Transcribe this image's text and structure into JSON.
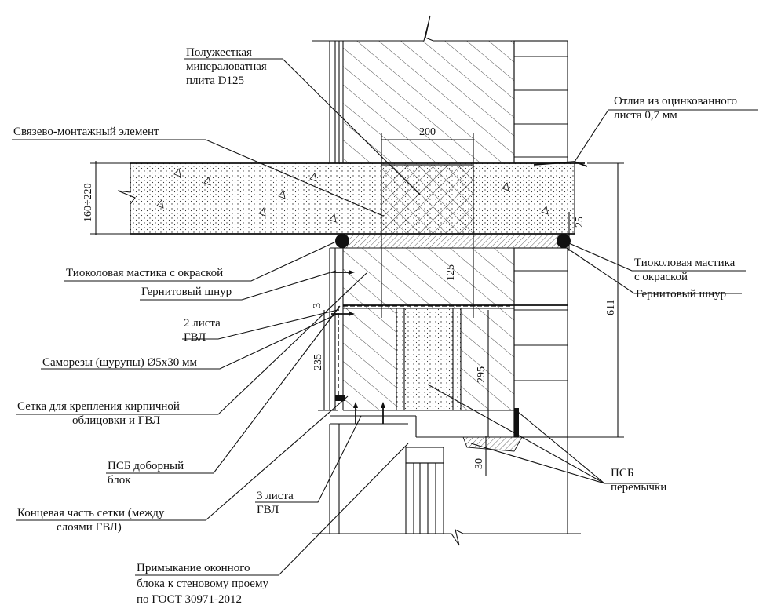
{
  "labels": {
    "insulation": [
      "Полужесткая",
      "минераловатная",
      "плита D125"
    ],
    "flashing": [
      "Отлив из оцинкованного",
      "листа 0,7 мм"
    ],
    "connector": "Связево-монтажный элемент",
    "mastic_left": "Тиоколовая мастика с окраской",
    "gernit_left": "Гернитовый шнур",
    "gvl2": [
      "2 листа",
      "ГВЛ"
    ],
    "screws": "Саморезы (шурупы) Ø5х30 мм",
    "mesh": [
      "Сетка для крепления кирпичной",
      "облицовки и ГВЛ"
    ],
    "psb_block": [
      "ПСБ доборный",
      "блок"
    ],
    "gvl3": [
      "3 листа",
      "ГВЛ"
    ],
    "mesh_end": [
      "Концевая часть сетки  (между",
      "слоями ГВЛ)"
    ],
    "window": [
      "Примыкание оконного",
      "блока к стеновому проему",
      "по ГОСТ 30971-2012"
    ],
    "mastic_right": [
      "Тиоколовая мастика",
      "с окраской"
    ],
    "gernit_right": "Гернитовый шнур",
    "psb_lintel": [
      "ПСБ",
      "перемычки"
    ]
  },
  "dimensions": {
    "d200": "200",
    "d160_220": "160÷220",
    "d25": "25",
    "d125": "125",
    "d611": "611",
    "d3": "3",
    "d235": "235",
    "d295": "295",
    "d30": "30"
  }
}
